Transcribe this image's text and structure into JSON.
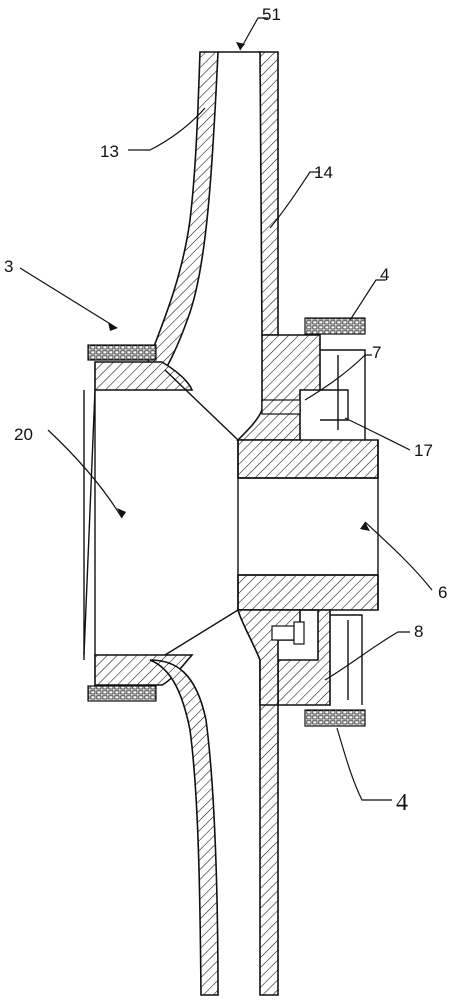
{
  "diagram": {
    "callouts": {
      "c51": "51",
      "c13": "13",
      "c14": "14",
      "c3": "3",
      "c4_top": "4",
      "c7": "7",
      "c20": "20",
      "c17": "17",
      "c6": "6",
      "c8": "8",
      "c4_bottom": "4"
    },
    "colors": {
      "stroke": "#111111",
      "background": "#ffffff"
    }
  }
}
